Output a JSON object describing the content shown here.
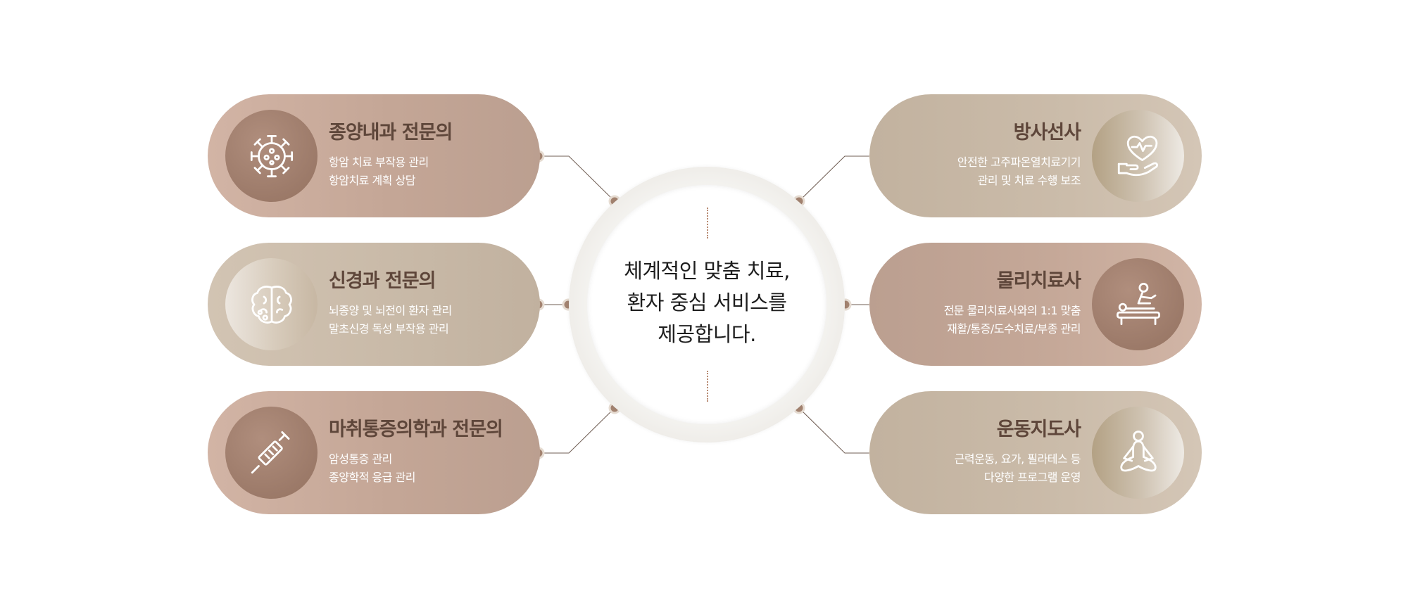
{
  "center": {
    "lines": [
      "체계적인 맞춤 치료,",
      "환자 중심 서비스를",
      "제공합니다."
    ]
  },
  "cards": [
    {
      "title": "종양내과 전문의",
      "lines": [
        "항암 치료 부작용 관리",
        "항암치료 계획 상담"
      ],
      "icon": "virus-icon"
    },
    {
      "title": "신경과 전문의",
      "lines": [
        "뇌종양 및 뇌전이 환자 관리",
        "말초신경 독성 부작용 관리"
      ],
      "icon": "brain-icon"
    },
    {
      "title": "마취통증의학과 전문의",
      "lines": [
        "암성통증 관리",
        "종양학적 응급 관리"
      ],
      "icon": "syringe-icon"
    },
    {
      "title": "방사선사",
      "lines": [
        "안전한 고주파온열치료기기",
        "관리 및 치료 수행 보조"
      ],
      "icon": "heart-hand-icon"
    },
    {
      "title": "물리치료사",
      "lines": [
        "전문 물리치료사와의 1:1 맞춤",
        "재활/통증/도수치료/부종 관리"
      ],
      "icon": "massage-icon"
    },
    {
      "title": "운동지도사",
      "lines": [
        "근력운동, 요가, 필라테스 등",
        "다양한 프로그램 운영"
      ],
      "icon": "meditation-icon"
    }
  ],
  "colors": {
    "title": "#5e463a",
    "rose": "#c4a696",
    "sand": "#c8b9a7",
    "node": "#a38370",
    "connector": "#6f5d53"
  }
}
